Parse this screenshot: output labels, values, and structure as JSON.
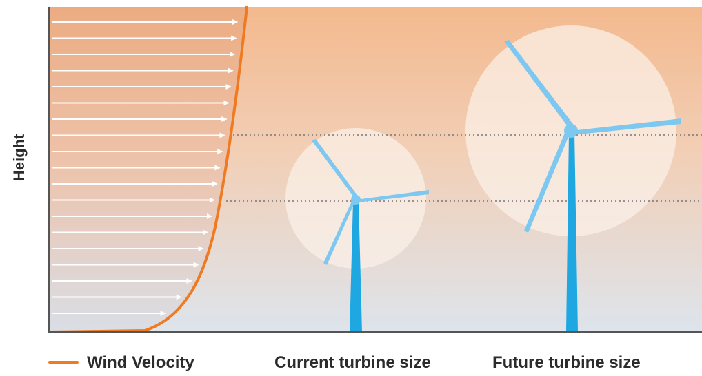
{
  "axis": {
    "y_label": "Height"
  },
  "legend": {
    "wind_velocity": "Wind Velocity",
    "current_turbine": "Current turbine size",
    "future_turbine": "Future turbine size"
  },
  "colors": {
    "sky_top": "#f3b98e",
    "sky_bottom": "#dde4ec",
    "wind_curve": "#ef7a22",
    "turbine_tower": "#1ea7e1",
    "turbine_blade": "#7cc8f0",
    "rotor_disc": "#fbf1e9",
    "axis": "#555555",
    "reference_line": "#777777"
  },
  "icons": {
    "wind_arrow": "right-arrow-icon",
    "turbine": "wind-turbine-icon"
  }
}
